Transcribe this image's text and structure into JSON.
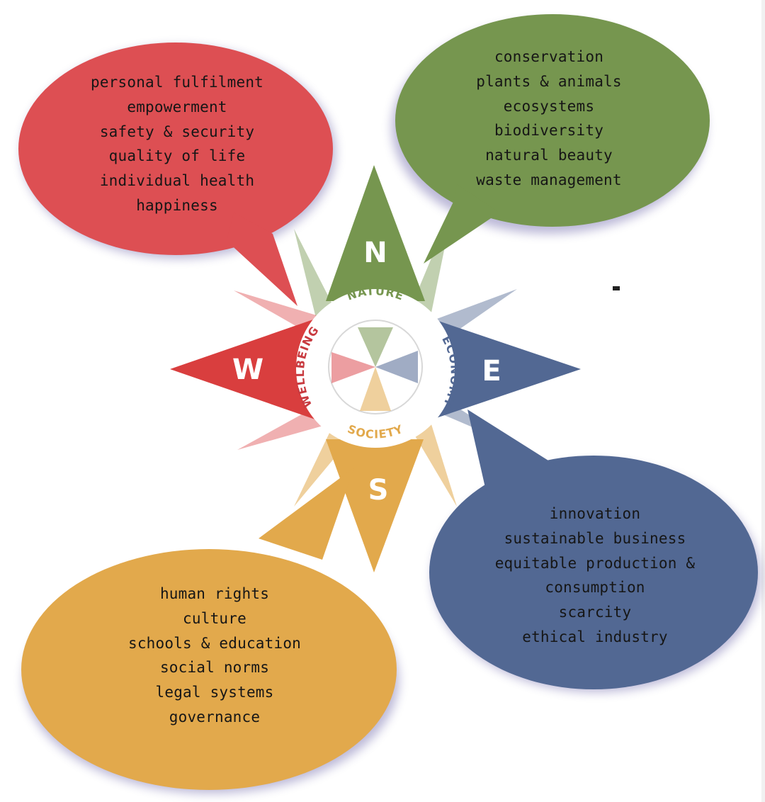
{
  "colors": {
    "wellbeing": "#dd4f53",
    "nature": "#76964f",
    "economy": "#526893",
    "society": "#e2a94c"
  },
  "compass": {
    "north_letter": "N",
    "east_letter": "E",
    "south_letter": "S",
    "west_letter": "W"
  },
  "ring": {
    "top": "NATURE",
    "right": "ECONOMY",
    "bottom": "SOCIETY",
    "left": "WELLBEING"
  },
  "bubbles": {
    "wellbeing": {
      "lines": [
        "personal fulfilment",
        "empowerment",
        "safety & security",
        "quality of life",
        "individual health",
        "happiness"
      ]
    },
    "nature": {
      "lines": [
        "conservation",
        "plants & animals",
        "ecosystems",
        "biodiversity",
        "natural beauty",
        "waste management"
      ]
    },
    "economy": {
      "lines": [
        "innovation",
        "sustainable business",
        "equitable production &",
        "consumption",
        "scarcity",
        "ethical industry"
      ]
    },
    "society": {
      "lines": [
        "human rights",
        "culture",
        "schools & education",
        "social norms",
        "legal systems",
        "governance"
      ]
    }
  }
}
